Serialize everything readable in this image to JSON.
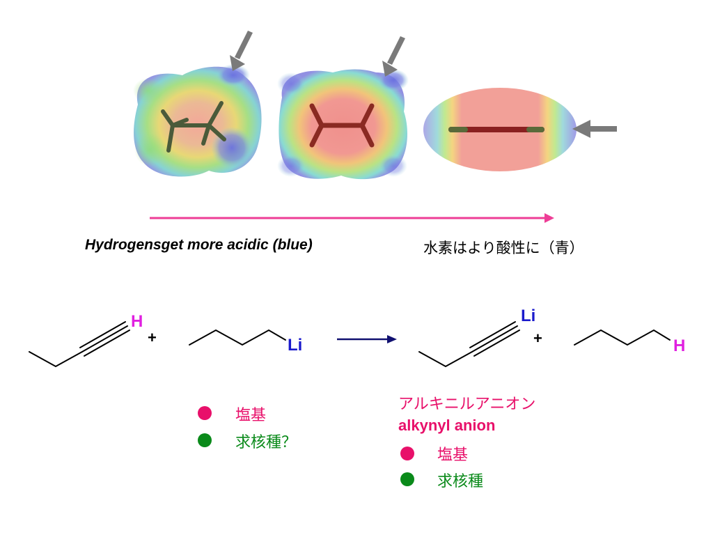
{
  "caption": {
    "english": "Hydrogensget more acidic (blue)",
    "japanese": "水素はより酸性に（青）"
  },
  "reaction": {
    "reactant1_atom": "H",
    "plus1": "+",
    "reactant2_atom": "Li",
    "product1_atom": "Li",
    "plus2": "+",
    "product2_atom": "H"
  },
  "legend_left": {
    "base": "塩基",
    "nucleophile": "求核種？"
  },
  "legend_right": {
    "title_ja": "アルキニルアニオン",
    "title_en": "alkynyl anion",
    "base": "塩基",
    "nucleophile": "求核種"
  },
  "colors": {
    "magenta_label": "#e020e0",
    "blue_label": "#1a1acc",
    "pink_text": "#e8106a",
    "green": "#0a8a1a",
    "pink_arrow": "#ee3d96",
    "navy_arrow": "#101070",
    "gray_arrow": "#7a7a7a"
  }
}
